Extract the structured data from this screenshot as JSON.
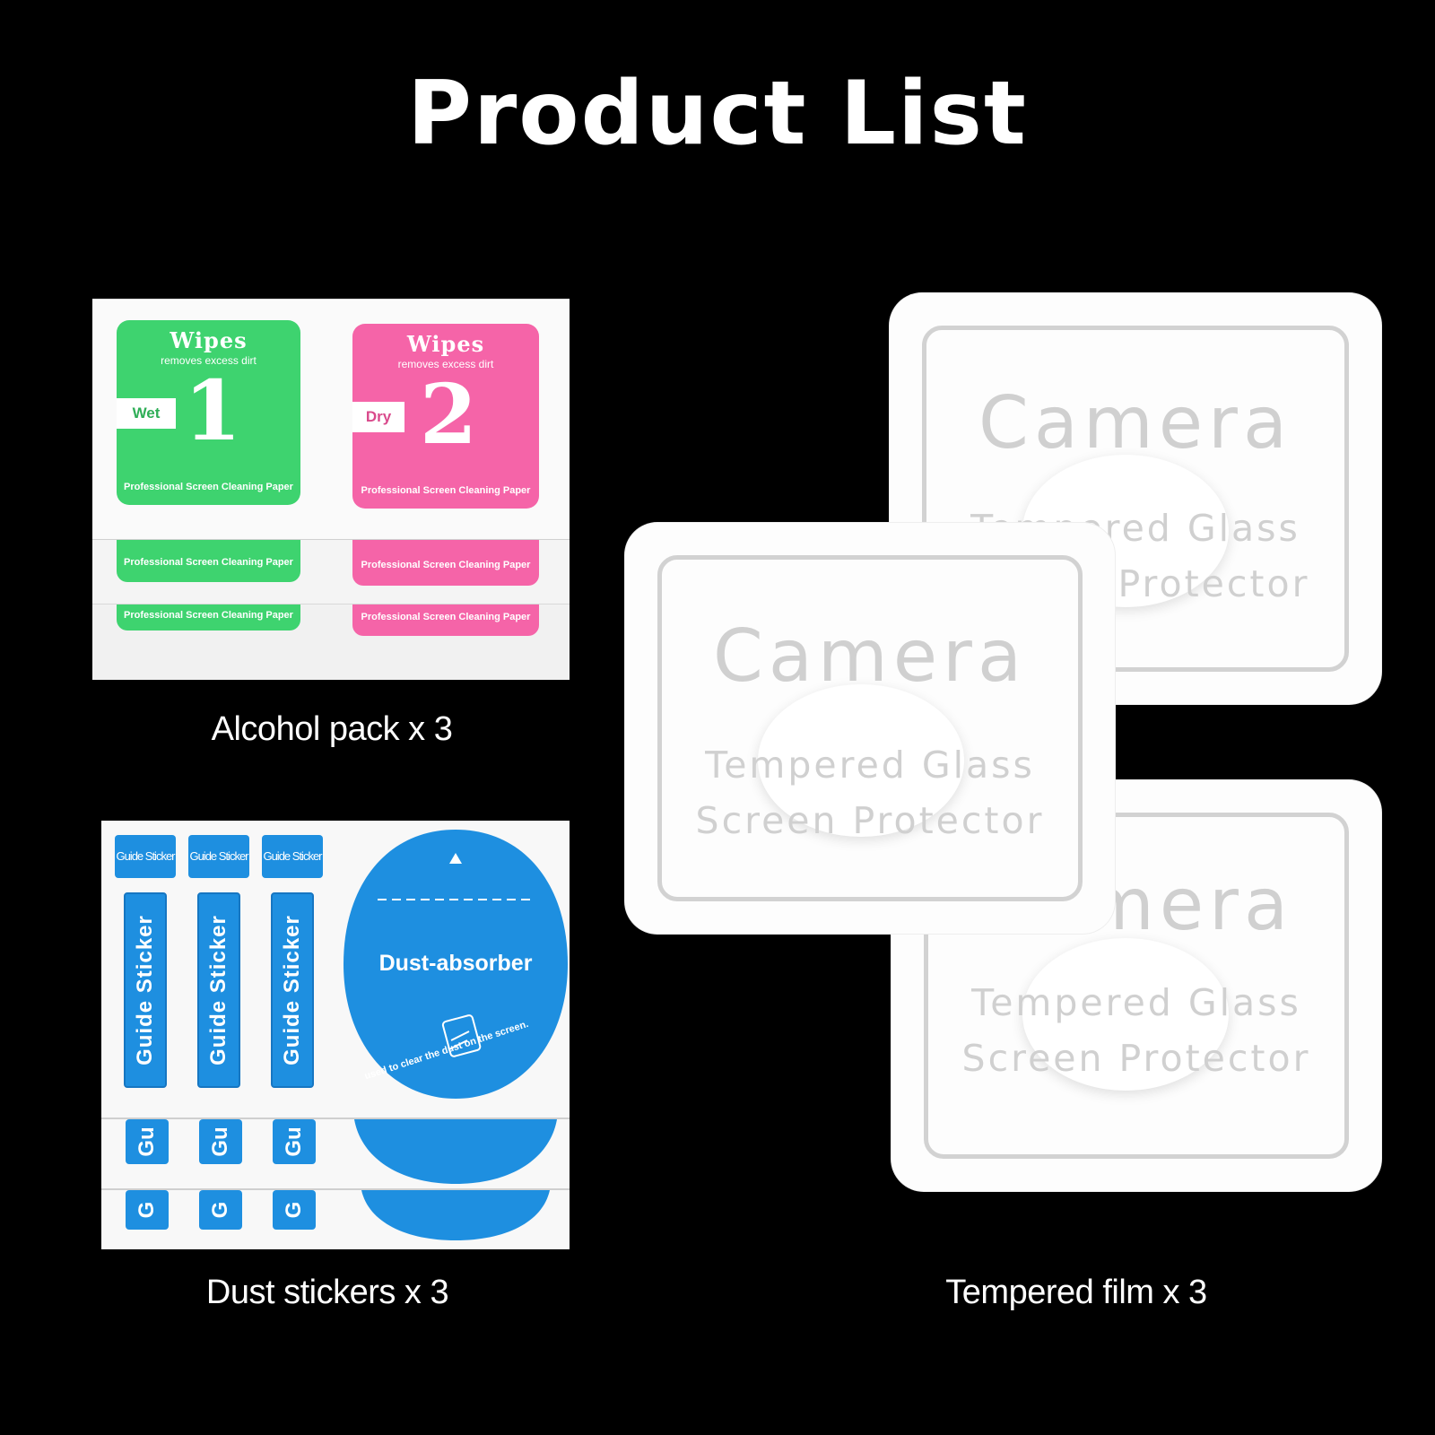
{
  "title": "Product List",
  "colors": {
    "background": "#000000",
    "wipe_wet": "#3ed36f",
    "wipe_dry": "#f564a8",
    "sticker_blue": "#1e8fe0",
    "film_text": "#d0d0d0"
  },
  "items": [
    {
      "caption": "Alcohol pack x 3",
      "wipes": {
        "wet": {
          "title": "Wipes",
          "subtitle": "removes excess dirt",
          "tag": "Wet",
          "number": "1",
          "footer": "Professional Screen Cleaning Paper"
        },
        "dry": {
          "title": "Wipes",
          "subtitle": "removes excess dirt",
          "tag": "Dry",
          "number": "2",
          "footer": "Professional Screen Cleaning Paper"
        }
      }
    },
    {
      "caption": "Dust stickers x 3",
      "guide_head": "Guide Sticker",
      "guide_label": "Guide Sticker",
      "guide_stub": "Gu",
      "guide_stub2": "G",
      "dust_label": "Dust-absorber",
      "dust_note": "used to clear the dust on the screen."
    },
    {
      "caption": "Tempered film x 3",
      "film": {
        "line1": "Camera",
        "line2": "Tempered Glass",
        "line3": "Screen Protector"
      }
    }
  ]
}
